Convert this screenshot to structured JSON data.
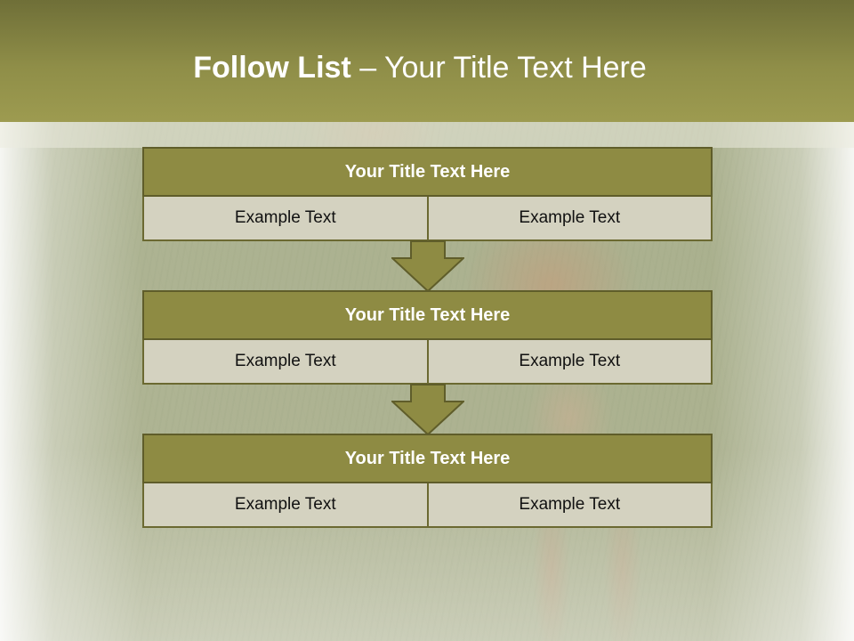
{
  "slide": {
    "title_bold": "Follow List",
    "title_rest": " – Your Title Text Here"
  },
  "blocks": [
    {
      "title": "Your Title Text Here",
      "left": "Example Text",
      "right": "Example Text"
    },
    {
      "title": "Your Title Text Here",
      "left": "Example Text",
      "right": "Example Text"
    },
    {
      "title": "Your Title Text Here",
      "left": "Example Text",
      "right": "Example Text"
    }
  ],
  "colors": {
    "header": "#8f8e48",
    "block_title": "#8e8b43",
    "cell": "#d4d2c0",
    "arrow": "#8e8b43"
  },
  "icons": [
    "down-arrow-icon",
    "down-arrow-icon"
  ]
}
